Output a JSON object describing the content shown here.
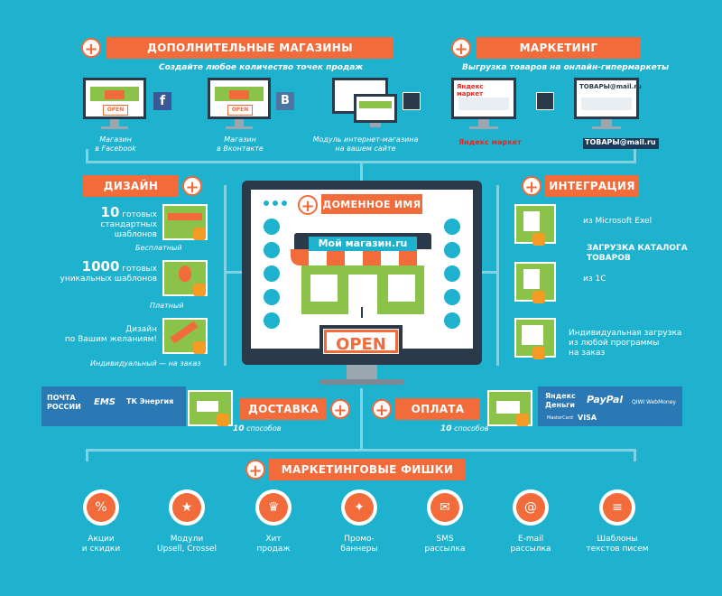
{
  "top": {
    "shops_title": "ДОПОЛНИТЕЛЬНЫЕ МАГАЗИНЫ",
    "shops_subtitle": "Создайте любое количество точек продаж",
    "shops_items": [
      {
        "caption": "Магазин\nв Facebook",
        "badge": "f"
      },
      {
        "caption": "Магазин\nв Вконтакте",
        "badge": "B"
      },
      {
        "caption": "Модуль интернет-магазина\nна вашем сайте",
        "badge": ""
      }
    ],
    "marketing_title": "МАРКЕТИНГ",
    "marketing_subtitle": "Выгрузка товаров на онлайн-гипермаркеты",
    "marketing_items": [
      {
        "logo": "Яндекс маркет"
      },
      {
        "logo": "ТОВАРЫ@mail.ru"
      }
    ],
    "open_label": "OPEN"
  },
  "design": {
    "title": "ДИЗАЙН",
    "items": [
      {
        "big": "10",
        "text": "готовых\nстандартных шаблонов",
        "note": "Бесплатный"
      },
      {
        "big": "1000",
        "text": "готовых\nуникальных шаблонов",
        "note": "Платный"
      },
      {
        "big": "",
        "text": "Дизайн\nпо Вашим желаниям!",
        "note": "Индивидуальный — на заказ"
      }
    ]
  },
  "center": {
    "domain_title": "ДОМЕННОЕ ИМЯ",
    "shop_name": "Мой магазин.ru",
    "open_sign": "OPEN"
  },
  "integration": {
    "title": "ИНТЕГРАЦИЯ",
    "items": [
      {
        "text": "из Microsoft Exel"
      },
      {
        "text": "из 1С"
      },
      {
        "text": "Индивидуальная загрузка\nиз любой программы\nна заказ"
      }
    ],
    "catalog_label": "ЗАГРУЗКА КАТАЛОГА\nТОВАРОВ"
  },
  "delivery": {
    "title": "ДОСТАВКА",
    "count": "10",
    "count_suffix": "способов",
    "logos": [
      "ПОЧТА\nРОССИИ",
      "EMS",
      "ТК Энергия"
    ]
  },
  "payment": {
    "title": "ОПЛАТА",
    "count": "10",
    "count_suffix": "способов",
    "logos": [
      "Яндекс\nДеньги",
      "PayPal",
      "QIWI",
      "WebMoney",
      "MasterCard",
      "VISA"
    ]
  },
  "features": {
    "title": "МАРКЕТИНГОВЫЕ ФИШКИ",
    "items": [
      {
        "caption": "Акции\nи скидки",
        "icon": "sale-tag-icon",
        "glyph": "%"
      },
      {
        "caption": "Модули\nUpsell, Crossel",
        "icon": "gift-box-icon",
        "glyph": "★"
      },
      {
        "caption": "Хит\nпродаж",
        "icon": "hit-basket-icon",
        "glyph": "♛"
      },
      {
        "caption": "Промо-\nбаннеры",
        "icon": "lightbulb-icon",
        "glyph": "✦"
      },
      {
        "caption": "SMS\nрассылка",
        "icon": "phone-icon",
        "glyph": "✉"
      },
      {
        "caption": "E-mail\nрассылка",
        "icon": "envelope-icon",
        "glyph": "@"
      },
      {
        "caption": "Шаблоны\nтекстов писем",
        "icon": "document-icon",
        "glyph": "≡"
      }
    ]
  },
  "plus_glyph": "+",
  "colors": {
    "background": "#1fb2ce",
    "accent": "#f26b3a",
    "green": "#8bc34a",
    "dark": "#2b3a4a"
  }
}
